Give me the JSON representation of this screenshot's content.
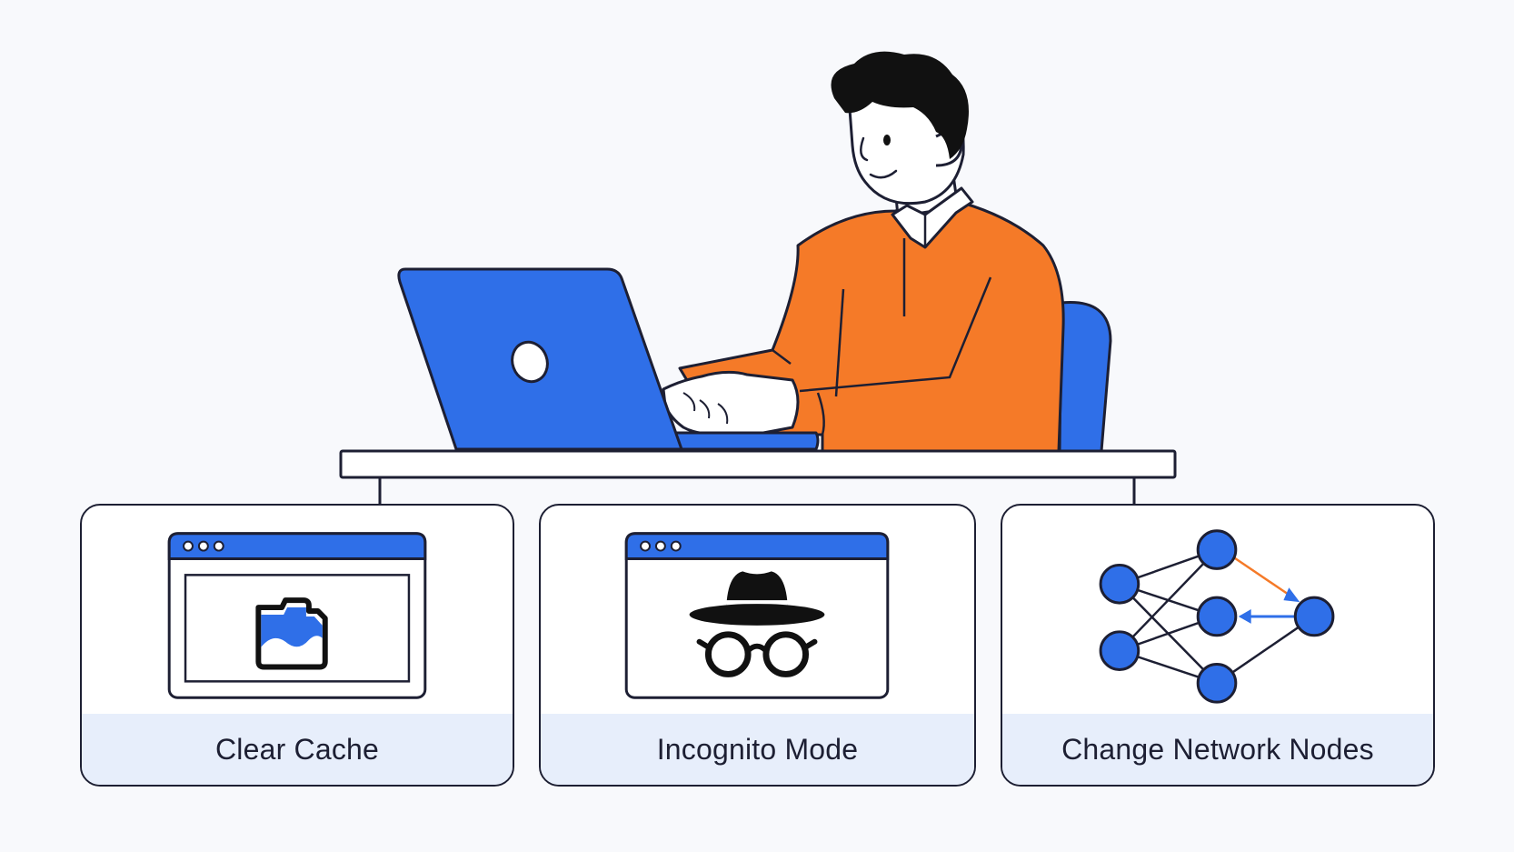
{
  "colors": {
    "background": "#f8f9fc",
    "outline": "#1d1f33",
    "accent_blue": "#2f6fe8",
    "accent_orange": "#f57a28",
    "caption_band": "#e7eefb"
  },
  "illustration": {
    "subject": "person-at-laptop",
    "icons": [
      "person-icon",
      "laptop-icon",
      "chair-icon",
      "desk-icon"
    ]
  },
  "cards": [
    {
      "label": "Clear Cache",
      "icon": "cache-folder-icon"
    },
    {
      "label": "Incognito Mode",
      "icon": "incognito-icon"
    },
    {
      "label": "Change Network Nodes",
      "icon": "network-nodes-icon"
    }
  ]
}
